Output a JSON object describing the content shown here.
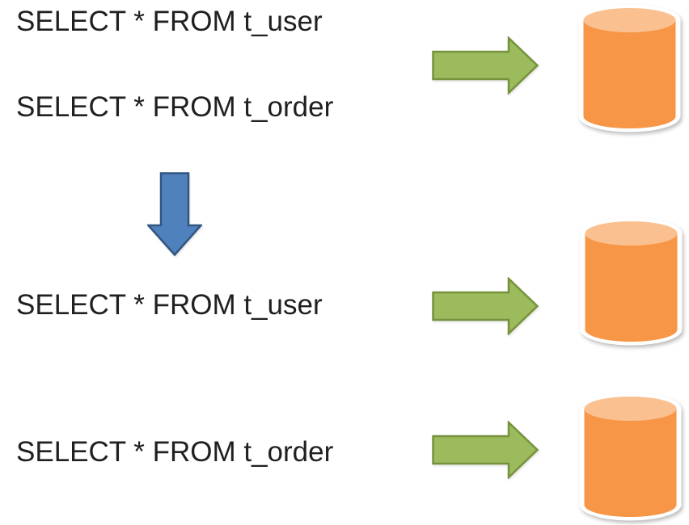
{
  "diagram": {
    "title": "sql-rewrite-sharding-diagram",
    "queries": {
      "combined": [
        "SELECT * FROM t_user",
        "SELECT * FROM t_order"
      ],
      "split": [
        "SELECT * FROM t_user",
        "SELECT * FROM t_order"
      ]
    },
    "colors": {
      "background": "#FFFFFF",
      "text": "#202020",
      "green_arrow_fill": "#9CBB5C",
      "green_arrow_border": "#76923C",
      "blue_arrow_fill": "#4F81BD",
      "blue_arrow_border": "#31567F",
      "database_body": "#F79646",
      "database_top": "#FAC090",
      "database_outline": "#FFFFFF"
    },
    "icons": {
      "flow": "right-arrow-icon",
      "transform": "down-arrow-icon",
      "database": "database-cylinder-icon"
    }
  }
}
